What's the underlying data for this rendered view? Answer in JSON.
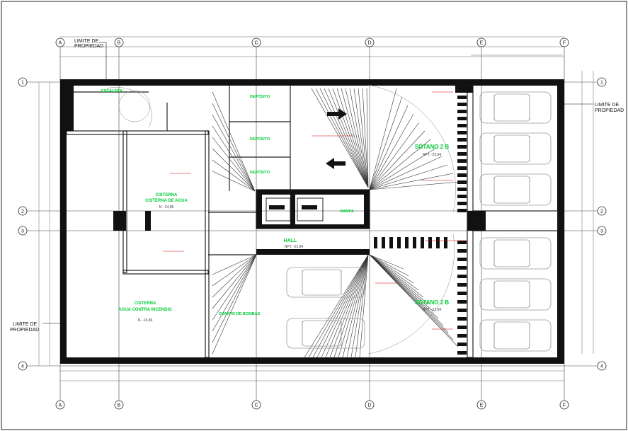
{
  "frame": {
    "top_labels": [
      "A",
      "B",
      "C",
      "D",
      "E",
      "F"
    ],
    "bottom_labels": [
      "A",
      "B",
      "C",
      "D",
      "E",
      "F"
    ],
    "left_labels": [
      "1",
      "2",
      "3",
      "4"
    ],
    "right_labels": [
      "1",
      "2",
      "3",
      "4"
    ]
  },
  "annotations": {
    "limite_top_line1": "LIMITE DE",
    "limite_top_line2": "PROPIEDAD",
    "limite_right_line1": "LIMITE DE",
    "limite_right_line2": "PROPIEDAD",
    "limite_left_line1": "LIMITE DE",
    "limite_left_line2": "PROPIEDAD"
  },
  "rooms": {
    "sotano_upper": "SÓTANO 2 B",
    "sotano_upper_level": "NPT. -22,84",
    "sotano_lower": "SÓTANO 2 B",
    "sotano_lower_level": "NPT. -22,84",
    "cisterna_1_line1": "CISTERNA",
    "cisterna_1_line2": "CISTERNA DE AGUA",
    "cisterna_1_line3": "N- -24,86",
    "cisterna_2_line1": "CISTERNA",
    "cisterna_2_line2": "AGUA CONTRA INCENDIO",
    "cisterna_2_line3": "N- -24,86",
    "cuarto_bombas": "CUARTO DE BOMBAS",
    "deposito_a": "DEPÓSITO",
    "deposito_b": "DEPÓSITO",
    "deposito_c": "DEPÓSITO",
    "hall": "HALL",
    "hall_level": "NPT. -22,84",
    "escalera": "ESCALERA",
    "rampa": "RAMPA"
  },
  "icons": {
    "car": "car-top-view-icon",
    "arrow": "arrow-direction-icon"
  },
  "colors": {
    "line": "#222222",
    "wall_fill": "#111111",
    "room_text": "#00cc33",
    "note_text": "#cc0000",
    "dim_line": "#666666"
  }
}
